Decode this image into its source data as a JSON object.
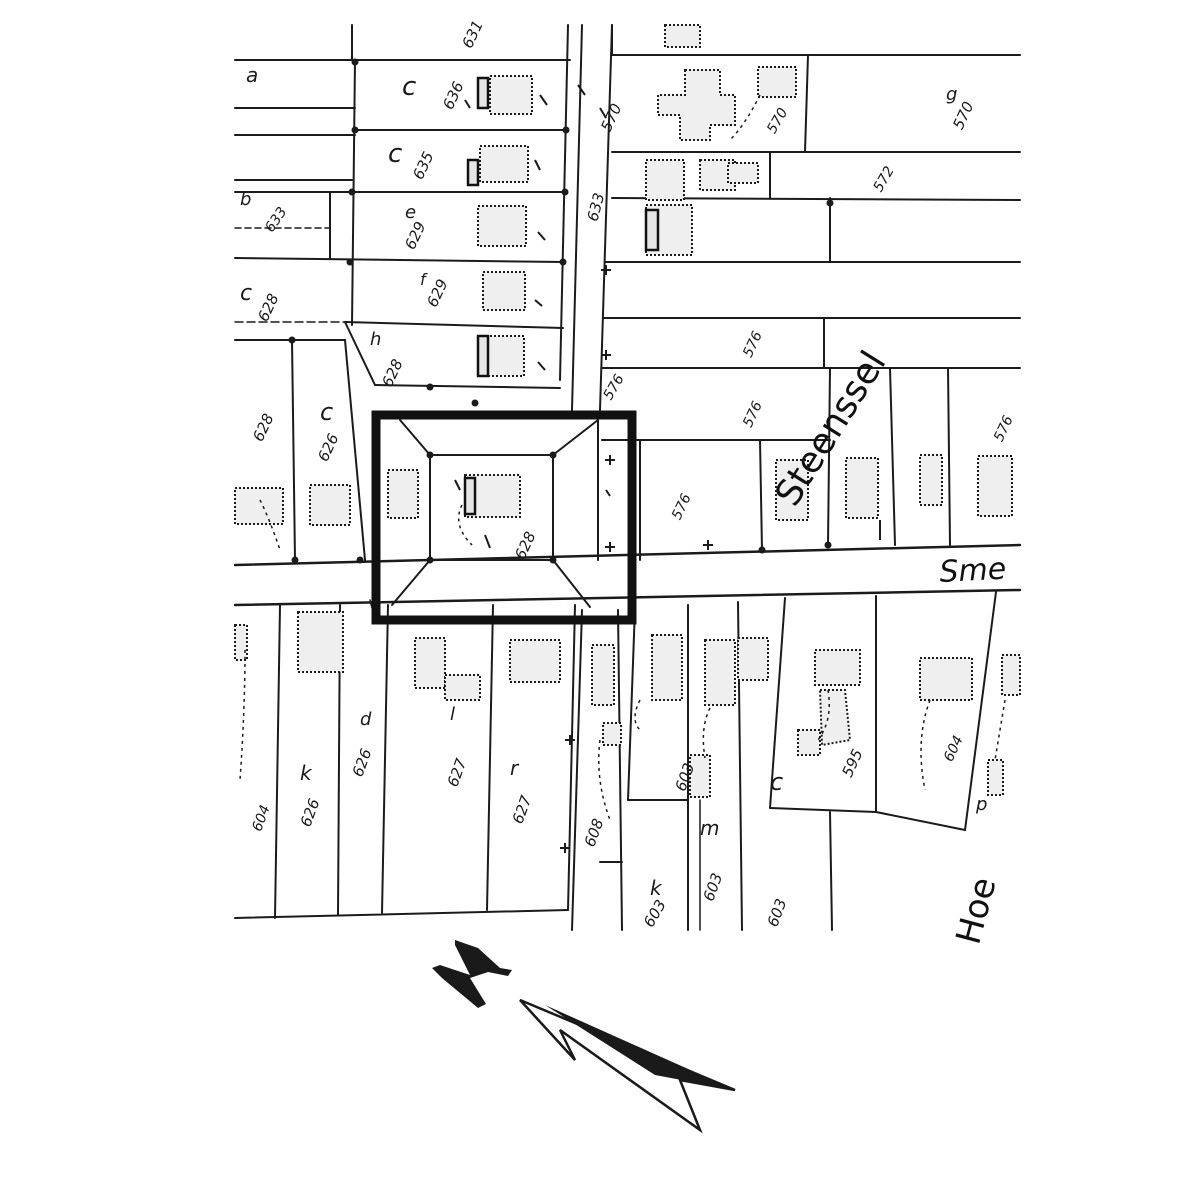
{
  "map": {
    "colors": {
      "ink": "#1b1b1b",
      "paper": "#ffffff",
      "highlight": "#111111"
    },
    "streets": {
      "steenssel": "Steenssel",
      "smeulven": "Sme",
      "hoeven": "Hoe"
    },
    "north_arrow": {
      "letter": "N",
      "icon": "north-arrow-icon"
    },
    "parcels": [
      "631",
      "636",
      "635",
      "633",
      "633",
      "629",
      "629",
      "628",
      "628",
      "628",
      "570",
      "570",
      "572",
      "570",
      "576",
      "576",
      "576",
      "576",
      "576",
      "628",
      "627",
      "627",
      "626",
      "626",
      "626",
      "608",
      "603",
      "603",
      "603",
      "603",
      "595",
      "604",
      "604"
    ],
    "letters": [
      "c",
      "a",
      "b",
      "e",
      "f",
      "g",
      "d",
      "h",
      "k",
      "l",
      "m",
      "p",
      "r"
    ]
  }
}
